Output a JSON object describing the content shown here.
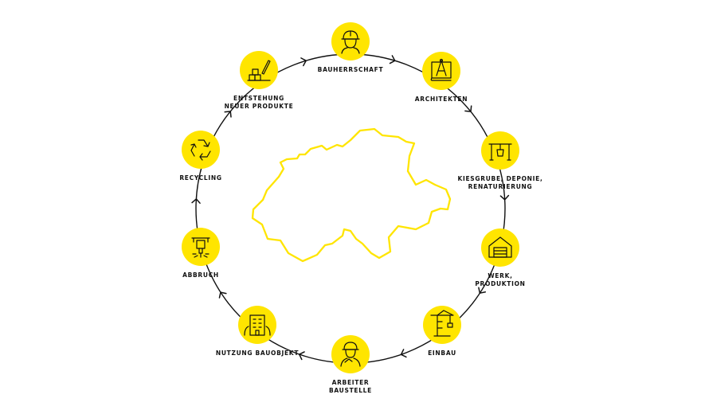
{
  "colors": {
    "accent": "#FFE500",
    "line": "#111111",
    "map_outline": "#FFE500",
    "icon": "#111111"
  },
  "cycle": {
    "direction": "clockwise",
    "steps": [
      {
        "id": "bauherrschaft",
        "label": [
          "BAUHERRSCHAFT"
        ],
        "icon": "worker-helmet-icon"
      },
      {
        "id": "architekten",
        "label": [
          "ARCHITEKTEN"
        ],
        "icon": "blueprint-compass-icon"
      },
      {
        "id": "kiesgrube",
        "label": [
          "KIESGRUBE, DEPONIE,",
          "RENATURIERUNG"
        ],
        "icon": "gravel-pit-crane-icon"
      },
      {
        "id": "werk",
        "label": [
          "WERK,",
          "PRODUKTION"
        ],
        "icon": "factory-hall-icon"
      },
      {
        "id": "einbau",
        "label": [
          "EINBAU"
        ],
        "icon": "construction-crane-icon"
      },
      {
        "id": "arbeiter",
        "label": [
          "ARBEITER",
          "BAUSTELLE"
        ],
        "icon": "construction-worker-icon"
      },
      {
        "id": "nutzung",
        "label": [
          "NUTZUNG BAUOBJEKT"
        ],
        "icon": "building-icon"
      },
      {
        "id": "abbruch",
        "label": [
          "ABBRUCH"
        ],
        "icon": "jackhammer-icon"
      },
      {
        "id": "recycling",
        "label": [
          "RECYCLING"
        ],
        "icon": "recycling-icon"
      },
      {
        "id": "entstehung",
        "label": [
          "ENTSTEHUNG",
          "NEUER PRODUKTE"
        ],
        "icon": "new-products-icon"
      }
    ]
  },
  "center": {
    "icon": "switzerland-map-outline-icon"
  }
}
